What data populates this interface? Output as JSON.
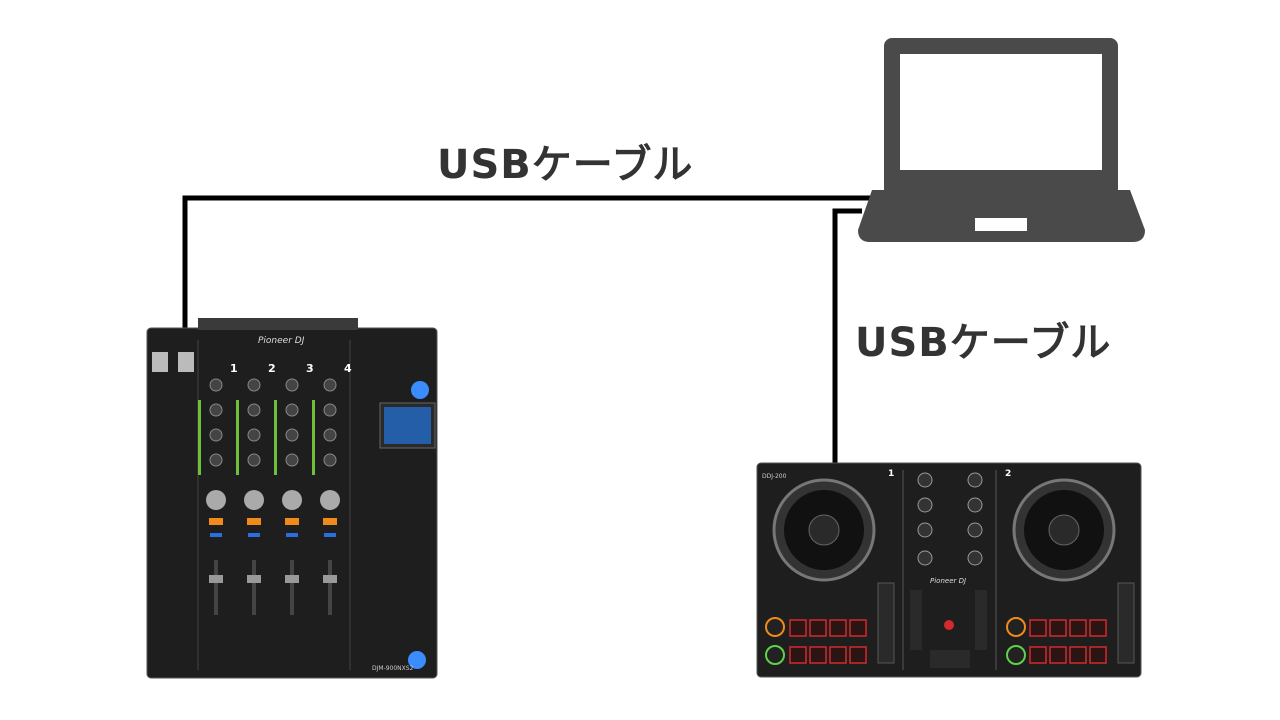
{
  "labels": {
    "cable_top": "USBケーブル",
    "cable_right": "USBケーブル"
  },
  "devices": {
    "mixer": {
      "brand": "Pioneer DJ",
      "model": "DJM-900NXS2",
      "channels": [
        "1",
        "2",
        "3",
        "4"
      ]
    },
    "controller": {
      "brand": "Pioneer DJ",
      "model": "DDJ-200",
      "decks": [
        "1",
        "2"
      ]
    },
    "laptop": {}
  },
  "colors": {
    "cable": "#000000",
    "laptop": "#4a4a4a",
    "text": "#333333",
    "device_body": "#1e1e1e",
    "pad_red": "#d42a2a",
    "cue_orange": "#f08a1c",
    "play_green": "#5fd14a",
    "screen_blue": "#2a6ee0"
  }
}
